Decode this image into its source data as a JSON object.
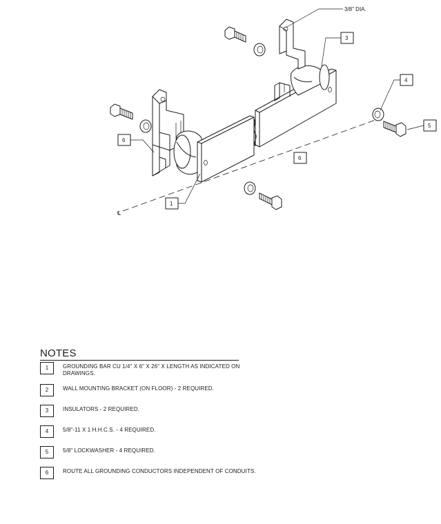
{
  "diagram": {
    "callouts": {
      "dia": "3/8\" DIA.",
      "c1": "1",
      "c3": "3",
      "c4": "4",
      "c5": "5",
      "c6a": "6",
      "c6b": "6",
      "centerline": "℄"
    }
  },
  "notes": {
    "title": "NOTES",
    "items": [
      {
        "num": "1",
        "text": "GROUNDING BAR CU 1/4\" X 6\" X 26\" X LENGTH AS INDICATED ON DRAWINGS."
      },
      {
        "num": "2",
        "text": "WALL MOUNTING BRACKET (ON FLOOR) - 2 REQUIRED."
      },
      {
        "num": "3",
        "text": "INSULATORS - 2 REQUIRED."
      },
      {
        "num": "4",
        "text": "5/8\"-11 X 1 H.H.C.S. - 4 REQUIRED."
      },
      {
        "num": "5",
        "text": "5/8\" LOCKWASHER - 4 REQUIRED."
      },
      {
        "num": "6",
        "text": "ROUTE ALL GROUNDING CONDUCTORS INDEPENDENT OF CONDUITS."
      }
    ]
  }
}
